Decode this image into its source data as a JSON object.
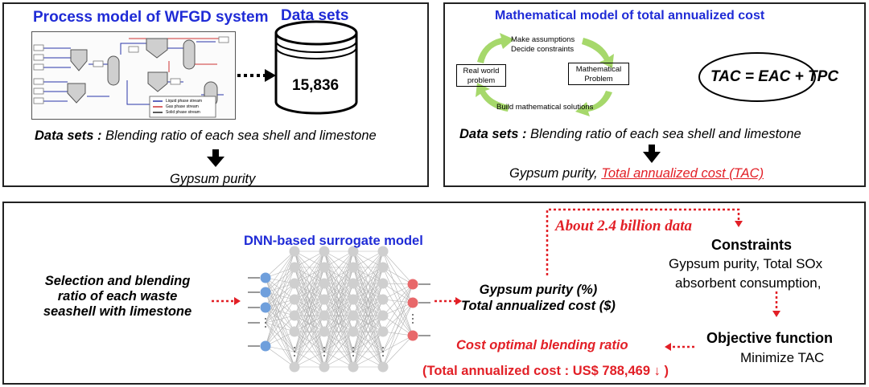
{
  "top_left": {
    "title": "Process model of WFGD system",
    "datasets_title": "Data sets",
    "datasets_count": "15,836",
    "datasets_line_label": "Data sets :",
    "datasets_line_text": "Blending ratio of each sea shell and limestone",
    "output": "Gypsum purity",
    "legend": [
      "Liquid phase stream",
      "Gas phase stream",
      "Solid phase stream"
    ]
  },
  "top_right": {
    "title": "Mathematical model of total annualized cost",
    "cycle_top_1": "Make assumptions",
    "cycle_top_2": "Decide constraints",
    "cycle_bottom": "Build mathematical solutions",
    "box_left_1": "Real world",
    "box_left_2": "problem",
    "box_right_1": "Mathematical",
    "box_right_2": "Problem",
    "equation": "TAC = EAC + TPC",
    "datasets_line_label": "Data sets :",
    "datasets_line_text": "Blending ratio of each sea shell and limestone",
    "output_part1": "Gypsum purity, ",
    "output_part2": "Total annualized cost (TAC)"
  },
  "bottom": {
    "input_line1": "Selection and blending",
    "input_line2": "ratio of each waste",
    "input_line3": "seashell with limestone",
    "model_title": "DNN-based surrogate model",
    "output_line1": "Gypsum purity (%)",
    "output_line2": "Total annualized cost ($)",
    "data_note": "About 2.4 billion data",
    "constraints_title": "Constraints",
    "constraints_line1": "Gypsum purity, Total SOx",
    "constraints_line2": "absorbent consumption,",
    "objective_title": "Objective function",
    "objective_text": "Minimize TAC",
    "result_title": "Cost optimal blending ratio",
    "result_text": "(Total annualized cost : US$ 788,469 ↓ )"
  },
  "colors": {
    "title_blue": "#1f2bd6",
    "accent_red": "#e21f26",
    "cycle_green": "#a6d86b",
    "input_node": "#6f9fdc",
    "hidden_node": "#cfcfcf",
    "output_node": "#e8686a"
  }
}
